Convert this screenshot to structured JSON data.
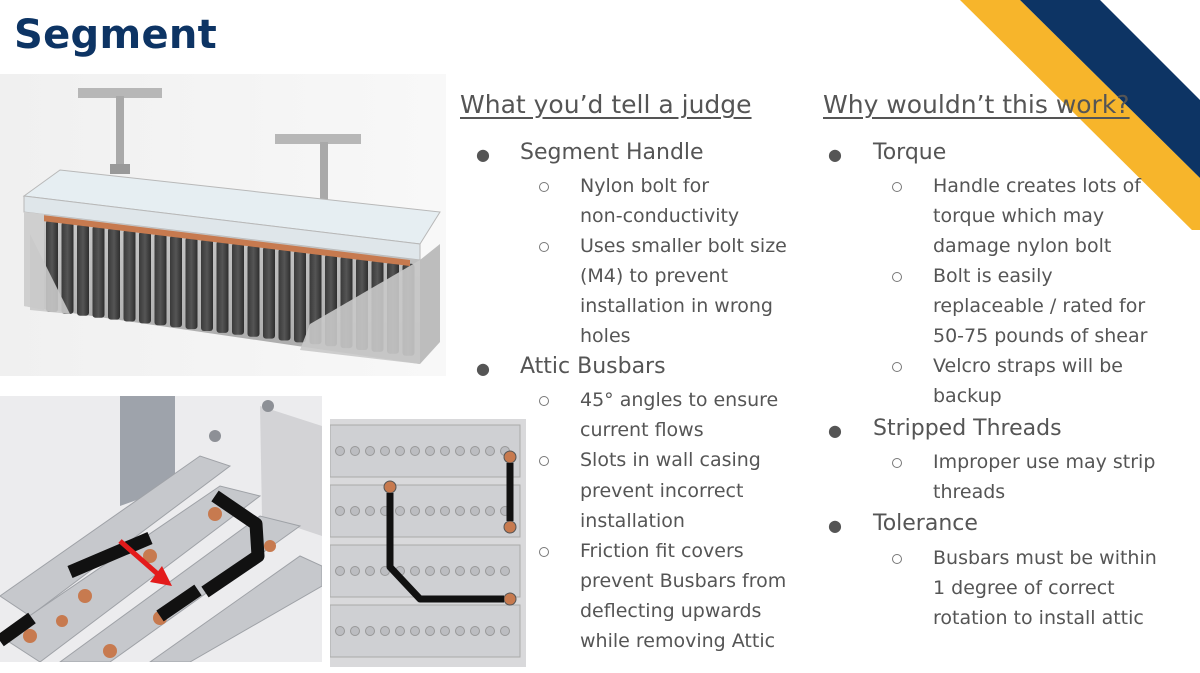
{
  "slide": {
    "title": "Segment",
    "left_column": {
      "heading": "What you’d tell a judge",
      "items": [
        {
          "label": "Segment Handle",
          "subitems": [
            [
              "Nylon bolt for",
              "non-conductivity"
            ],
            [
              "Uses smaller bolt size",
              "(M4) to prevent",
              "installation in wrong",
              "holes"
            ]
          ]
        },
        {
          "label": "Attic Busbars",
          "subitems": [
            [
              "45° angles to ensure",
              "current flows"
            ],
            [
              "Slots in wall casing",
              "prevent incorrect",
              "installation"
            ],
            [
              "Friction fit covers",
              "prevent Busbars from",
              "deflecting upwards",
              "while removing Attic"
            ]
          ]
        }
      ]
    },
    "right_column": {
      "heading": "Why wouldn’t this work?",
      "items": [
        {
          "label": "Torque",
          "subitems": [
            [
              "Handle creates lots of",
              "torque which may",
              "damage nylon bolt"
            ],
            [
              "Bolt is easily",
              "replaceable / rated for",
              "50-75 pounds of shear"
            ],
            [
              "Velcro straps will be",
              "backup"
            ]
          ]
        },
        {
          "label": "Stripped Threads",
          "subitems": [
            [
              "Improper use may strip",
              "threads"
            ]
          ]
        },
        {
          "label": "Tolerance",
          "subitems": [
            [
              "Busbars must be within",
              "1 degree of correct",
              "rotation to install attic"
            ]
          ]
        }
      ]
    },
    "colors": {
      "title": "#0d3464",
      "stripe_gold": "#f7b52b",
      "stripe_navy": "#0d3464",
      "busbar": "#111111",
      "terminal": "#c77a4f",
      "arrow": "#e31b1b"
    }
  }
}
